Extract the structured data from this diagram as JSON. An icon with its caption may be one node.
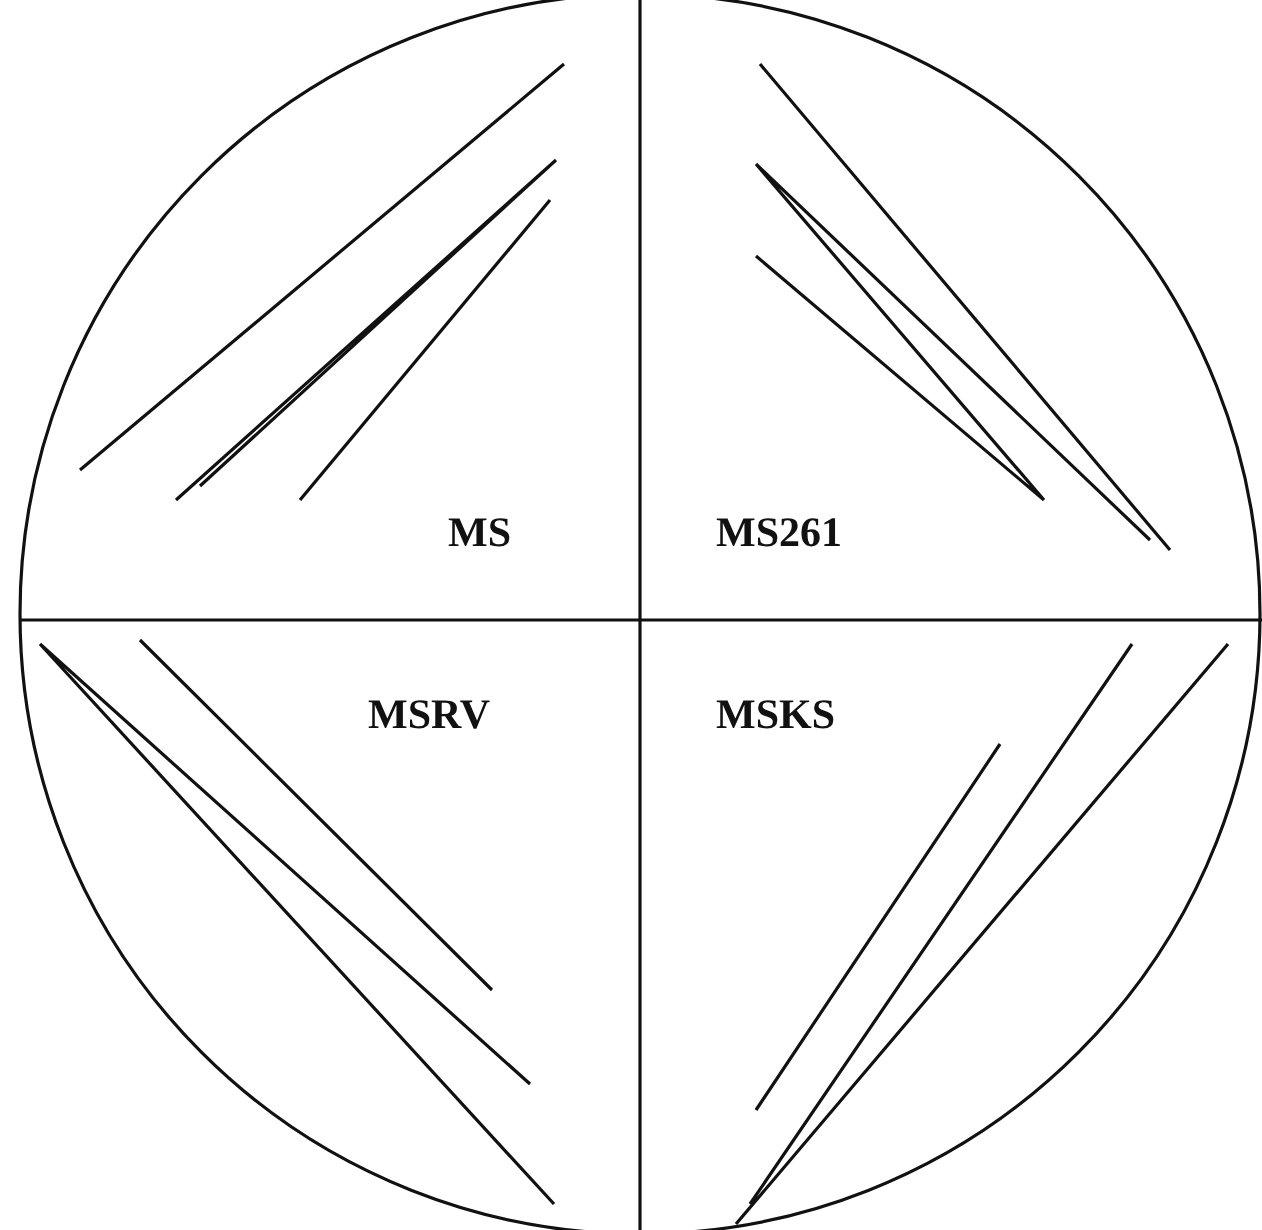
{
  "diagram": {
    "labels": [
      "MS",
      "MS261",
      "MSRV",
      "MSKS"
    ]
  }
}
